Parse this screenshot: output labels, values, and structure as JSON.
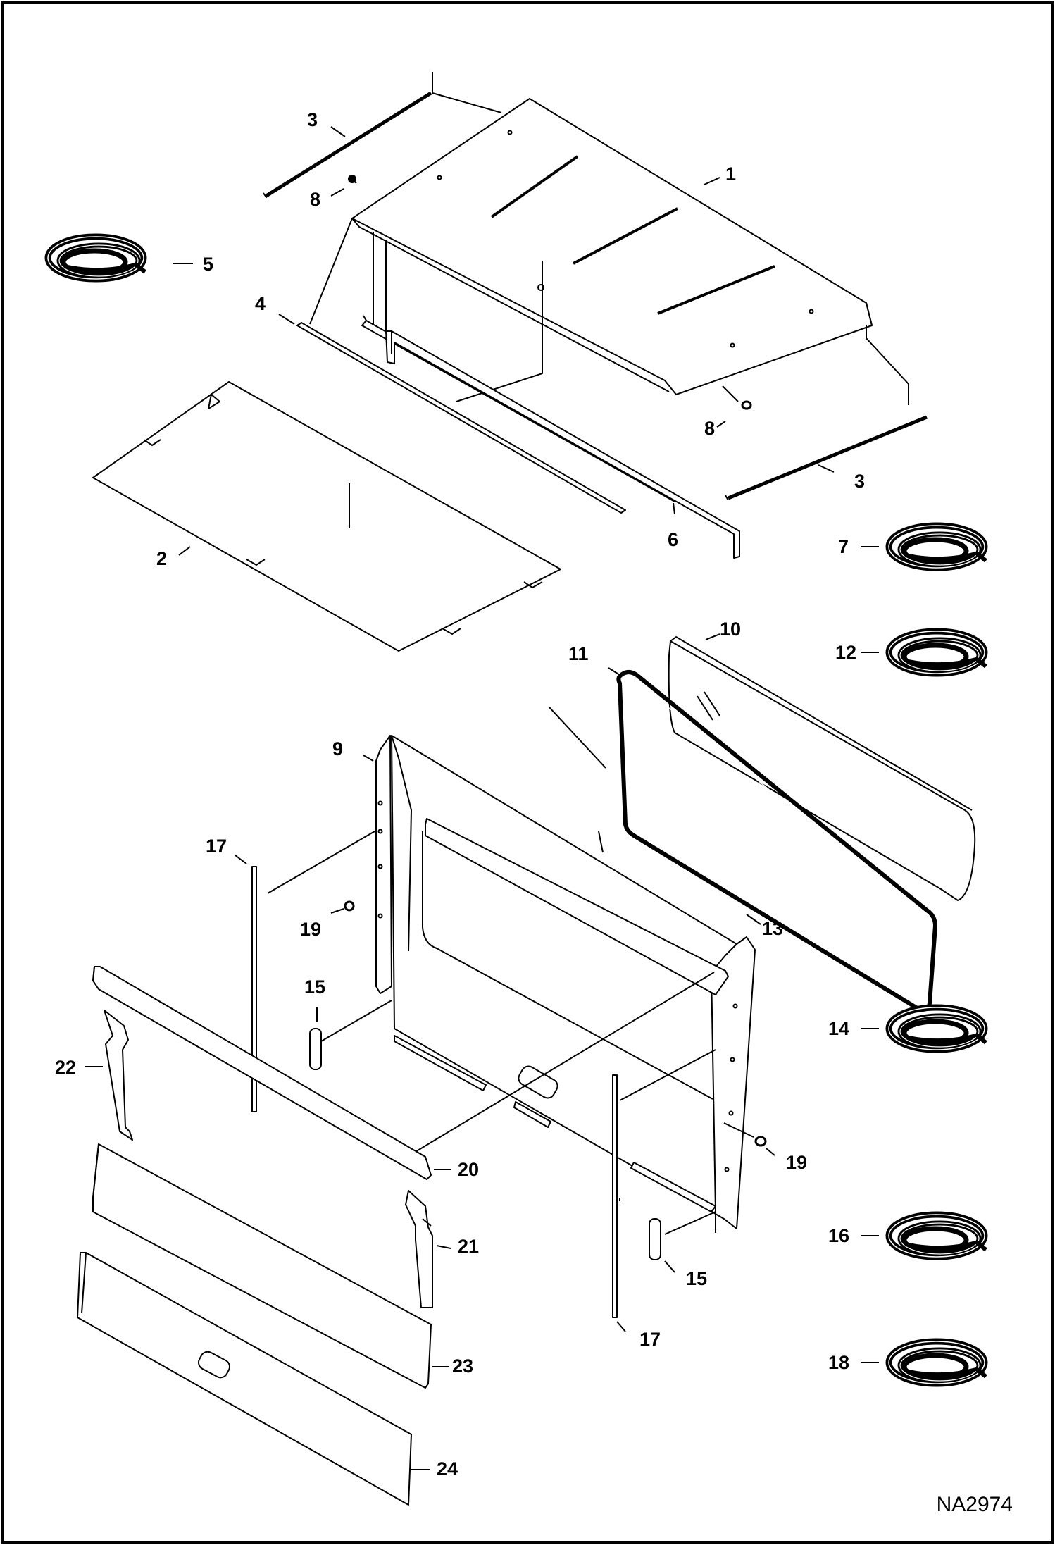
{
  "figure_id": "NA2974",
  "callouts": [
    {
      "label": "1",
      "part": "roof-panel"
    },
    {
      "label": "2",
      "part": "headliner"
    },
    {
      "label": "3",
      "part": "roof-side-strip"
    },
    {
      "label": "3",
      "part": "roof-side-strip"
    },
    {
      "label": "4",
      "part": "rod"
    },
    {
      "label": "5",
      "part": "seal-coil"
    },
    {
      "label": "6",
      "part": "channel-strip"
    },
    {
      "label": "7",
      "part": "seal-coil"
    },
    {
      "label": "8",
      "part": "grommet"
    },
    {
      "label": "8",
      "part": "grommet"
    },
    {
      "label": "9",
      "part": "rear-frame"
    },
    {
      "label": "10",
      "part": "rear-window"
    },
    {
      "label": "11",
      "part": "window-seal"
    },
    {
      "label": "12",
      "part": "seal-coil"
    },
    {
      "label": "13",
      "part": "top-channel"
    },
    {
      "label": "14",
      "part": "seal-coil"
    },
    {
      "label": "15",
      "part": "spacer"
    },
    {
      "label": "15",
      "part": "spacer"
    },
    {
      "label": "16",
      "part": "seal-coil"
    },
    {
      "label": "17",
      "part": "side-rod"
    },
    {
      "label": "17",
      "part": "side-rod"
    },
    {
      "label": "18",
      "part": "seal-coil"
    },
    {
      "label": "19",
      "part": "grommet"
    },
    {
      "label": "19",
      "part": "grommet"
    },
    {
      "label": "20",
      "part": "top-trim"
    },
    {
      "label": "21",
      "part": "corner-bracket"
    },
    {
      "label": "22",
      "part": "corner-bracket"
    },
    {
      "label": "23",
      "part": "rear-panel"
    },
    {
      "label": "24",
      "part": "lower-panel"
    }
  ]
}
